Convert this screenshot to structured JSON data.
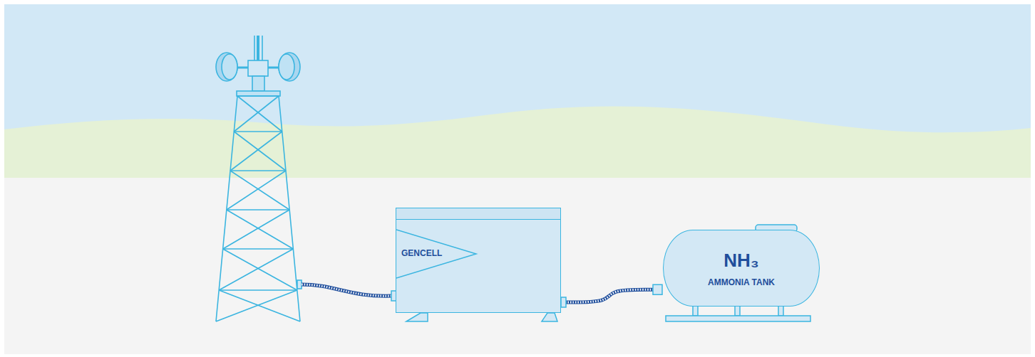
{
  "diagram": {
    "nodes": [
      {
        "text": [
          "GENCELL"
        ]
      },
      {
        "text": [
          "NH₃",
          "AMMONIA TANK"
        ]
      }
    ],
    "edges": [
      {
        "from": 0,
        "to": 1,
        "arrow": "none"
      }
    ]
  }
}
